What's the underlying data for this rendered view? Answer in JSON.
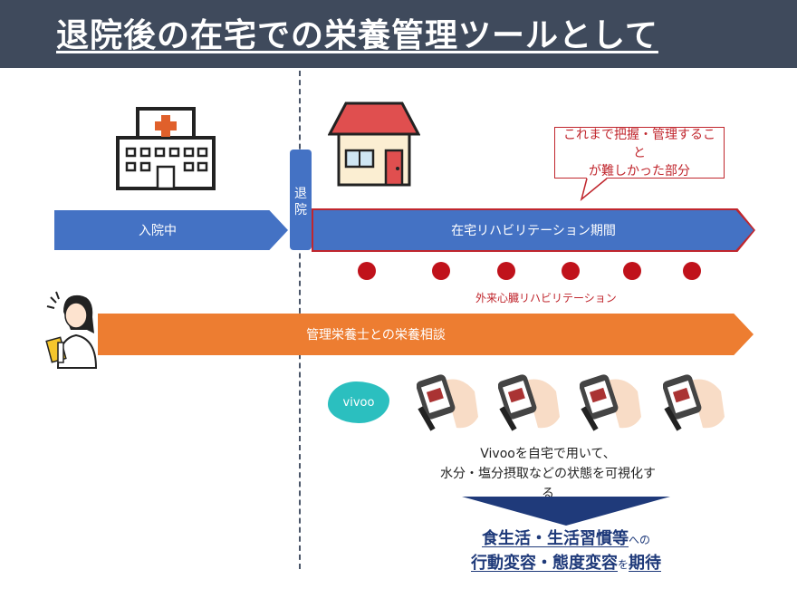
{
  "header": {
    "title": "退院後の在宅での栄養管理ツールとして"
  },
  "timeline": {
    "admission_label": "入院中",
    "discharge_label_1": "退",
    "discharge_label_2": "院",
    "home_rehab_label": "在宅リハビリテーション期間",
    "outpatient_label": "外来心臓リハビリテーション",
    "nutrition_label": "管理栄養士との栄養相談"
  },
  "callout": {
    "line1": "これまで把握・管理すること",
    "line2": "が難しかった部分"
  },
  "vivoo": {
    "logo": "vivoo",
    "line1": "Vivooを自宅で用いて、",
    "line2": "水分・塩分摂取などの状態を可視化する"
  },
  "result": {
    "line1_big": "食生活・生活習慣等",
    "line1_small": "への",
    "line2_big_a": "行動変容・態度変容",
    "line2_small": "を",
    "line2_big_b": "期待"
  },
  "colors": {
    "header_bg": "#3f4a5c",
    "blue": "#4472c4",
    "orange": "#ed7d31",
    "red": "#c0121b",
    "navy": "#1f3a7a",
    "teal": "#2bbfbf"
  },
  "icons": [
    "hospital-icon",
    "house-icon",
    "nutritionist-icon",
    "phone-test-icon"
  ]
}
